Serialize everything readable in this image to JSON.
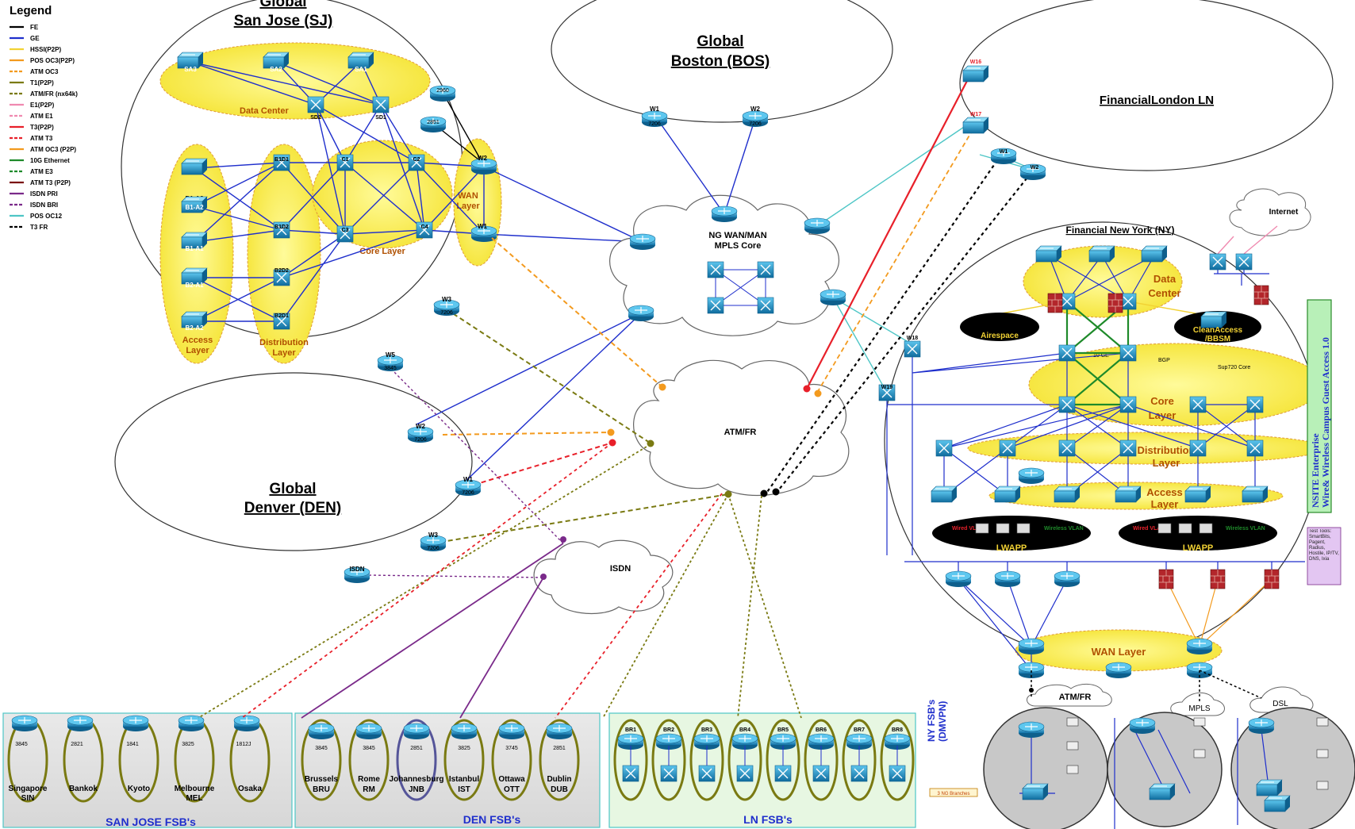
{
  "legend": {
    "title": "Legend",
    "items": [
      {
        "label": "FE",
        "color": "#000000",
        "dash": "solid"
      },
      {
        "label": "GE",
        "color": "#1f2fcc",
        "dash": "solid"
      },
      {
        "label": "HSSI(P2P)",
        "color": "#f2d234",
        "dash": "solid"
      },
      {
        "label": "POS OC3(P2P)",
        "color": "#f39a1e",
        "dash": "solid"
      },
      {
        "label": "ATM OC3",
        "color": "#f39a1e",
        "dash": "dash"
      },
      {
        "label": "T1(P2P)",
        "color": "#7a7a12",
        "dash": "solid"
      },
      {
        "label": "ATM/FR (nx64k)",
        "color": "#7a7a12",
        "dash": "dash"
      },
      {
        "label": "E1(P2P)",
        "color": "#f08ab0",
        "dash": "solid"
      },
      {
        "label": "ATM E1",
        "color": "#f08ab0",
        "dash": "dash"
      },
      {
        "label": "T3(P2P)",
        "color": "#e8202a",
        "dash": "solid"
      },
      {
        "label": "ATM T3",
        "color": "#e8202a",
        "dash": "dash"
      },
      {
        "label": "ATM OC3 (P2P)",
        "color": "#f39a1e",
        "dash": "solid"
      },
      {
        "label": "10G Ethernet",
        "color": "#1e8a2a",
        "dash": "solid"
      },
      {
        "label": "ATM E3",
        "color": "#1e8a2a",
        "dash": "dash"
      },
      {
        "label": "ATM T3 (P2P)",
        "color": "#7a1010",
        "dash": "solid"
      },
      {
        "label": "ISDN PRI",
        "color": "#7a2a8a",
        "dash": "solid"
      },
      {
        "label": "ISDN BRI",
        "color": "#7a2a8a",
        "dash": "dash"
      },
      {
        "label": "POS OC12",
        "color": "#4ec6c6",
        "dash": "solid"
      },
      {
        "label": "T3 FR",
        "color": "#000000",
        "dash": "dash"
      }
    ]
  },
  "sites": {
    "sj": {
      "line1": "Global",
      "line2": "San Jose (SJ)"
    },
    "bos": {
      "line1": "Global",
      "line2": "Boston (BOS)"
    },
    "ln": {
      "title": "FinancialLondon LN"
    },
    "den": {
      "line1": "Global",
      "line2": "Denver (DEN)"
    },
    "ny": {
      "title": "Financial New York (NY)"
    }
  },
  "sj_layers": {
    "data_center": "Data Center",
    "core": "Core Layer",
    "wan_line1": "WAN",
    "wan_line2": "Layer",
    "access_line1": "Access",
    "access_line2": "Layer",
    "dist_line1": "Distribution",
    "dist_line2": "Layer"
  },
  "sj_devices": {
    "sa3": "SA3",
    "sa2": "SA2",
    "sa1": "SA1",
    "sd2": "SD2",
    "sd1": "SD1",
    "b1a3": "B1-A3",
    "b1a2": "B1-A2",
    "b1a1": "B1-A1",
    "b2a1": "B2-A1",
    "b2a2": "B2-A2",
    "b1d1": "B1D1",
    "b1d2": "B1D2",
    "b2d2": "B2D2",
    "b2d1": "B2D1",
    "c1": "C1",
    "c2": "C2",
    "c3": "C3",
    "c4": "C4",
    "w2": "W2",
    "w1": "W1"
  },
  "wan_routers": {
    "bos_w1": "W1",
    "bos_w2": "W2",
    "bos_model": "7206",
    "sj_w3": "W3",
    "sj_w3_model": "7206",
    "sj_w5": "W5",
    "sj_w5_model": "3845",
    "den_w2": "W2",
    "den_w1": "W1",
    "den_w3": "W3",
    "den_model": "7206",
    "isdn": "ISDN",
    "ln_w16": "W16",
    "ln_w17": "W17",
    "ln_w1": "W1",
    "ln_w2": "W2",
    "sj_small1": "2960",
    "sj_small2": "2851"
  },
  "clouds": {
    "mpls_line1": "NG WAN/MAN",
    "mpls_line2": "MPLS Core",
    "atmfr": "ATM/FR",
    "isdn": "ISDN",
    "internet": "Internet",
    "ny_atmfr": "ATM/FR",
    "ny_mpls": "MPLS",
    "ny_dsl": "DSL"
  },
  "ny": {
    "data_center_line1": "Data",
    "data_center_line2": "Center",
    "airespace": "Airespace",
    "cleanaccess_line1": "CleanAccess",
    "cleanaccess_line2": "/BBSM",
    "bgp": "BGP",
    "tenge": "10 GE",
    "sup720": "Sup720 Core",
    "core_line1": "Core",
    "core_line2": "Layer",
    "dist_line1": "Distribution",
    "dist_line2": "Layer",
    "access_line1": "Access",
    "access_line2": "Layer",
    "lwapp1": "LWAPP",
    "lwapp2": "LWAPP",
    "wired_vlan": "Wired VLAN",
    "wireless_vlan": "Wireless VLAN",
    "wan_layer": "WAN Layer",
    "w18": "W18",
    "w19": "W19",
    "nsite_line1": "NSITE Enterprise",
    "nsite_line2": "Wire& Wireless Campus Guest Access 1.0",
    "test_tools": "Test Tools: SmartBits, Pagent, Radius, Hostile, IP/TV, DNS, Ixia",
    "ny_fsb_line1": "NY FSB's",
    "ny_fsb_line2": "(DMVPN)",
    "ng_branches": "3 NG Branches"
  },
  "fsb_groups": {
    "sj": {
      "title": "SAN JOSE FSB's",
      "branches": [
        {
          "city": "Singapore",
          "code": "SIN",
          "model": "3845"
        },
        {
          "city": "Bankok",
          "code": "",
          "model": "2821"
        },
        {
          "city": "Kyoto",
          "code": "",
          "model": "1841"
        },
        {
          "city": "Melbourne",
          "code": "MEL",
          "model": "3825"
        },
        {
          "city": "Osaka",
          "code": "",
          "model": "1812J"
        }
      ]
    },
    "den": {
      "title": "DEN FSB's",
      "branches": [
        {
          "city": "Brussels",
          "code": "BRU",
          "model": "3845"
        },
        {
          "city": "Rome",
          "code": "RM",
          "model": "3845"
        },
        {
          "city": "Johannesburg",
          "code": "JNB",
          "model": "2851"
        },
        {
          "city": "Istanbul",
          "code": "IST",
          "model": "3825"
        },
        {
          "city": "Ottawa",
          "code": "OTT",
          "model": "3745"
        },
        {
          "city": "Dublin",
          "code": "DUB",
          "model": "2851"
        }
      ]
    },
    "ln": {
      "title": "LN FSB's",
      "branches": [
        "BR1",
        "BR2",
        "BR3",
        "BR4",
        "BR5",
        "BR6",
        "BR7",
        "BR8"
      ]
    }
  },
  "colors": {
    "ge": "#1f2fcc",
    "orange": "#f39a1e",
    "olive": "#7a7a12",
    "red": "#e8202a",
    "purple": "#7a2a8a",
    "cyan": "#4ec6c6",
    "green": "#1e8a2a",
    "yellow_zone": "#fbf27a",
    "router": "#1d93c9"
  }
}
